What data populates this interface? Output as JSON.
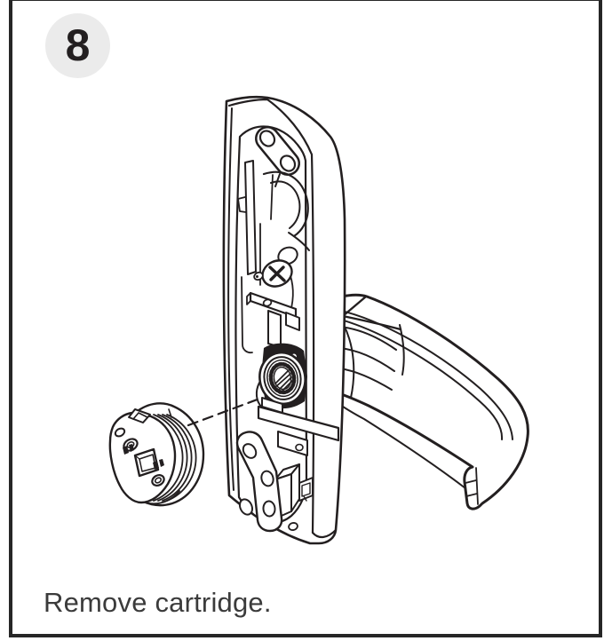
{
  "colors": {
    "line": "#231f20",
    "badge_bg": "#ebebeb",
    "caption": "#3b3b3b",
    "border": "#262626",
    "background": "#ffffff"
  },
  "step_badge": {
    "number": "8"
  },
  "caption": {
    "text": "Remove cartridge."
  },
  "illustration": {
    "parts": [
      "escutcheon-plate",
      "plate-cavity",
      "linkage-dogbone",
      "cam-arc",
      "phillips-screw",
      "t-bracket",
      "spline-hub",
      "retractor-bar",
      "mounting-strap",
      "lower-block",
      "lever-handle",
      "handle-end-cap",
      "cylinder-cartridge",
      "cartridge-threads",
      "spindle-square-hole",
      "removal-path-dashed-line"
    ]
  }
}
